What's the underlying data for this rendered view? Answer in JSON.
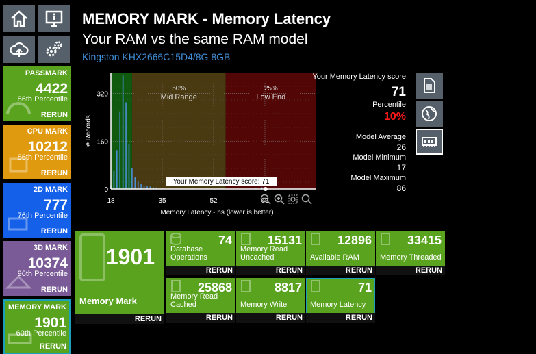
{
  "nav": {
    "buttons": [
      "home-icon",
      "monitor-info-icon",
      "cloud-upload-icon",
      "gears-icon"
    ]
  },
  "sidebar": {
    "cards": [
      {
        "title": "PASSMARK",
        "value": "4422",
        "percentile": "86th Percentile",
        "rerun": "RERUN",
        "color": "#5aa31f"
      },
      {
        "title": "CPU MARK",
        "value": "10212",
        "percentile": "86th Percentile",
        "rerun": "RERUN",
        "color": "#e09a0f"
      },
      {
        "title": "2D MARK",
        "value": "777",
        "percentile": "76th Percentile",
        "rerun": "RERUN",
        "color": "#1560e8"
      },
      {
        "title": "3D MARK",
        "value": "10374",
        "percentile": "96th Percentile",
        "rerun": "RERUN",
        "color": "#7a5b97"
      },
      {
        "title": "MEMORY MARK",
        "value": "1901",
        "percentile": "60th Percentile",
        "rerun": "RERUN",
        "color": "#5aa31f"
      }
    ]
  },
  "header": {
    "title": "MEMORY MARK - Memory Latency",
    "subtitle": "Your RAM vs the same RAM model",
    "model": "Kingston KHX2666C15D4/8G 8GB"
  },
  "stats": {
    "score_label": "Your Memory Latency score",
    "score": "71",
    "percentile_label": "Percentile",
    "percentile": "10%",
    "avg_label": "Model Average",
    "avg": "26",
    "min_label": "Model Minimum",
    "min": "17",
    "max_label": "Model Maximum",
    "max": "86"
  },
  "right_buttons": [
    "document-icon",
    "globe-icon",
    "ram-module-icon"
  ],
  "chart_data": {
    "type": "bar",
    "ylabel": "# Records",
    "xlabel": "Memory Latency - ns (lower is better)",
    "x_ticks": [
      "18",
      "35",
      "52",
      "69"
    ],
    "y_ticks": [
      "0",
      "160",
      "320"
    ],
    "xlim": [
      18,
      86
    ],
    "ylim": [
      0,
      390
    ],
    "regions": [
      {
        "label_pct": "",
        "label": "",
        "from": 18,
        "to": 25,
        "color": "#0f5a0f"
      },
      {
        "label_pct": "50%",
        "label": "Mid Range",
        "from": 25,
        "to": 56,
        "color": "#4a3a12"
      },
      {
        "label_pct": "25%",
        "label": "Low End",
        "from": 56,
        "to": 86,
        "color": "#520606"
      }
    ],
    "bins_x": [
      18,
      19,
      20,
      21,
      22,
      23,
      24,
      25,
      26,
      27,
      28,
      29,
      30,
      31,
      32,
      33,
      35,
      37,
      40,
      45,
      50,
      55,
      60,
      64,
      66,
      68
    ],
    "bins_y": [
      10,
      60,
      130,
      260,
      380,
      290,
      150,
      70,
      40,
      25,
      18,
      12,
      10,
      8,
      6,
      5,
      4,
      3,
      3,
      2,
      2,
      2,
      1,
      1,
      3,
      6
    ],
    "marker": {
      "x": 71,
      "label": "Your Memory Latency score: 71"
    }
  },
  "tiles": {
    "main": {
      "value": "1901",
      "name": "Memory Mark",
      "rerun": "RERUN"
    },
    "items": [
      {
        "value": "74",
        "name": "Database Operations",
        "rerun": "RERUN"
      },
      {
        "value": "15131",
        "name": "Memory Read Uncached",
        "rerun": "RERUN"
      },
      {
        "value": "12896",
        "name": "Available RAM",
        "rerun": "RERUN"
      },
      {
        "value": "33415",
        "name": "Memory Threaded",
        "rerun": "RERUN"
      },
      {
        "value": "25868",
        "name": "Memory Read Cached",
        "rerun": "RERUN"
      },
      {
        "value": "8817",
        "name": "Memory Write",
        "rerun": "RERUN"
      },
      {
        "value": "71",
        "name": "Memory Latency",
        "rerun": "RERUN"
      }
    ]
  }
}
